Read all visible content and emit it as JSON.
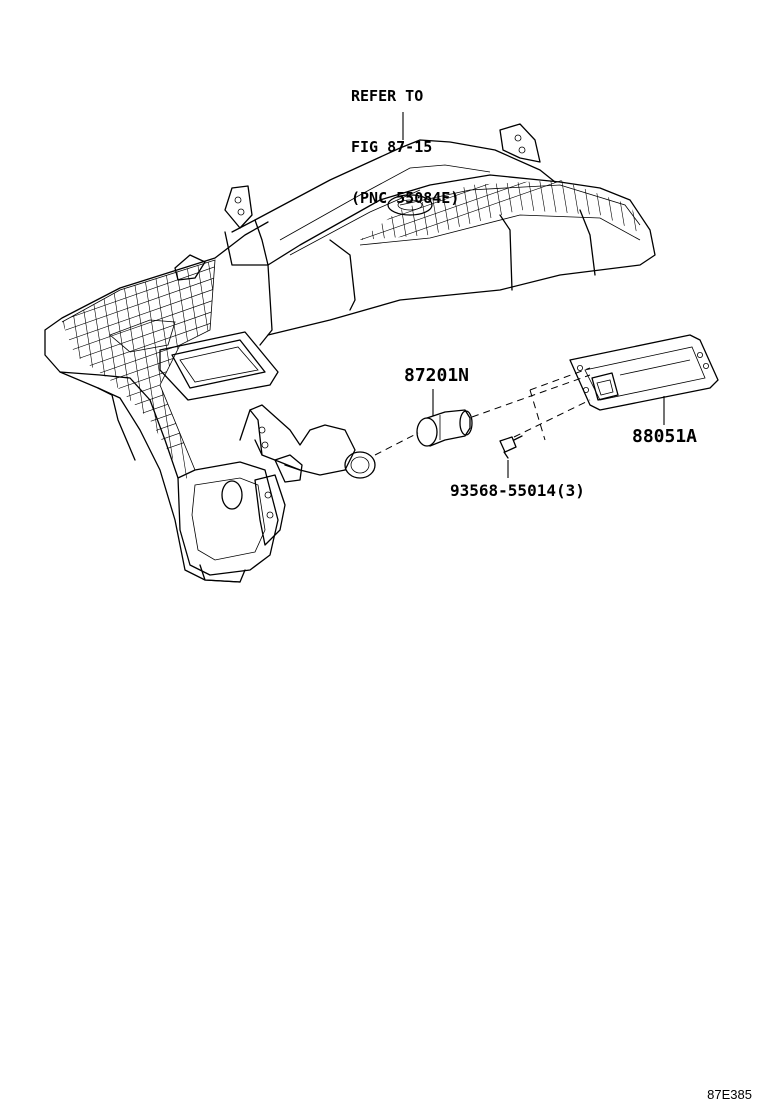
{
  "callouts": {
    "refer_line1": "REFER TO",
    "refer_line2": "FIG 87-15",
    "refer_line3": "(PNC 55084E)",
    "part_87201N": "87201N",
    "part_88051A": "88051A",
    "part_screw": "93568-55014(3)"
  },
  "figure_id": "87E385"
}
